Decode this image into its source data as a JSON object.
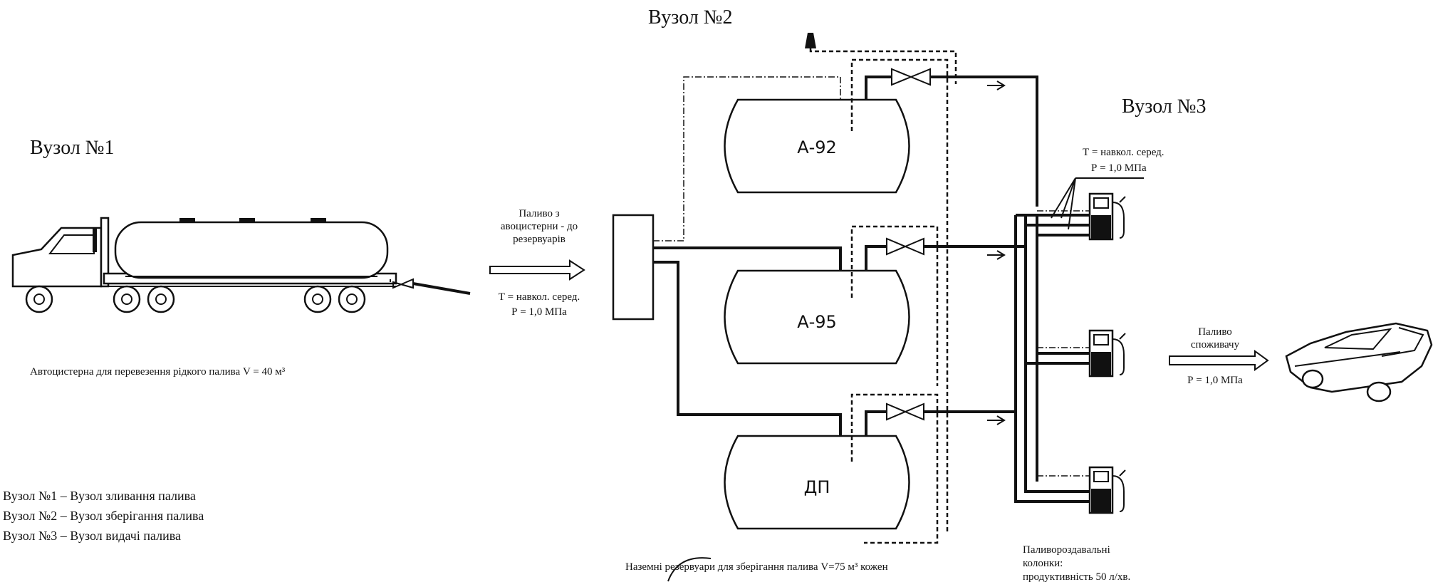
{
  "nodes": {
    "node1_title": "Вузол №1",
    "node2_title": "Вузол №2",
    "node3_title": "Вузол №3"
  },
  "truck": {
    "caption": "Автоцистерна для перевезення рідкого палива V = 40 м³"
  },
  "transfer": {
    "line1": "Паливо з",
    "line2": "авоцистерни - до",
    "line3": "резервуарів",
    "temp": "Т = навкол. серед.",
    "pressure": "Р = 1,0 МПа"
  },
  "tanks": {
    "tank1": "А-92",
    "tank2": "А-95",
    "tank3": "ДП",
    "caption": "Наземні резервуари для зберігання палива V=75 м³ кожен"
  },
  "dispensers": {
    "temp": "Т = навкол. серед.",
    "pressure": "Р = 1,0 МПа",
    "caption_line1": "Паливороздавальні",
    "caption_line2": "колонки:",
    "caption_line3": "продуктивність 50 л/хв."
  },
  "consumer": {
    "line1": "Паливо",
    "line2": "споживачу",
    "pressure": "Р = 1,0 МПа"
  },
  "legend": {
    "item1": "Вузол №1 – Вузол зливання палива",
    "item2": "Вузол №2 – Вузол зберігання палива",
    "item3": "Вузол №3 – Вузол видачі палива"
  }
}
